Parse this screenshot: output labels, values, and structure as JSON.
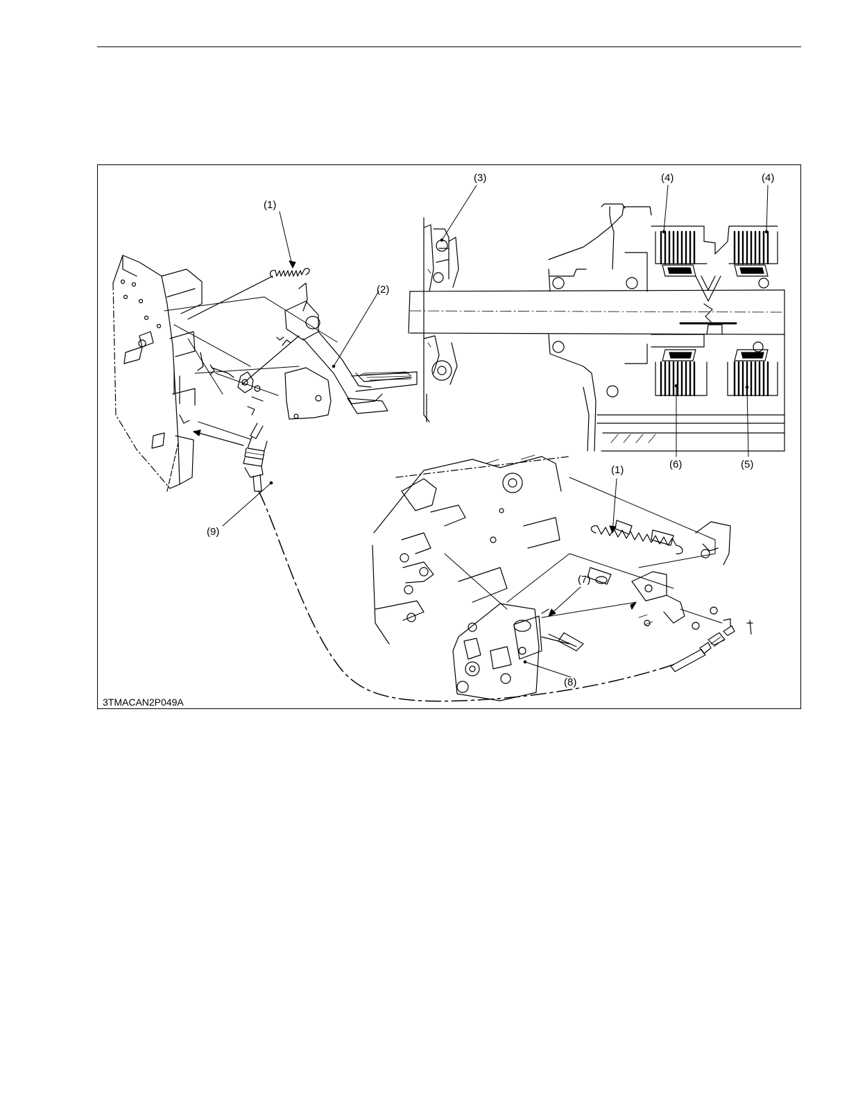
{
  "figure": {
    "code": "3TMACAN2P049A",
    "callouts": [
      "(1)",
      "(2)",
      "(3)",
      "(4)",
      "(4)",
      "(5)",
      "(6)",
      "(1)",
      "(7)",
      "(8)",
      "(9)"
    ]
  },
  "colors": {
    "ink": "#000000",
    "paper": "#ffffff"
  }
}
